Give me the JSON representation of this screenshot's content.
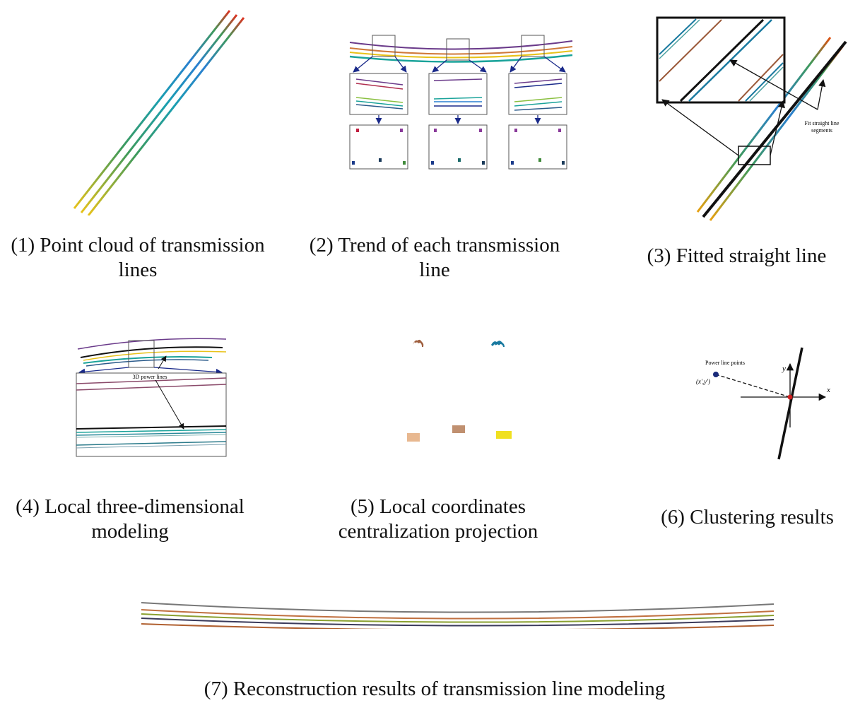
{
  "panels": {
    "p1": {
      "caption": "(1) Point cloud of transmission lines"
    },
    "p2": {
      "caption": "(2) Trend of each transmission line"
    },
    "p3": {
      "caption": "(3) Fitted straight line",
      "annotation_line1": "Fit straight line",
      "annotation_line2": "segments"
    },
    "p4": {
      "caption": "(4) Local three-dimensional modeling",
      "annotation": "3D power lines"
    },
    "p5": {
      "caption": "(5) Local coordinates centralization projection"
    },
    "p6": {
      "caption": "(6) Clustering results",
      "point_label": "Power line points",
      "coord_label": "(x',y')",
      "x_axis": "x",
      "y_axis": "y"
    },
    "p7": {
      "caption": "(7) Reconstruction results of transmission line modeling"
    }
  },
  "colors": {
    "yellow": "#e8c21a",
    "teal": "#1aa39a",
    "blue": "#2a7fd0",
    "red": "#d0322a",
    "green": "#3f9a5a",
    "brown": "#9b5a3a",
    "purple": "#6a3a8a",
    "navy": "#1a2a8a",
    "gray": "#777777",
    "black": "#111111"
  }
}
